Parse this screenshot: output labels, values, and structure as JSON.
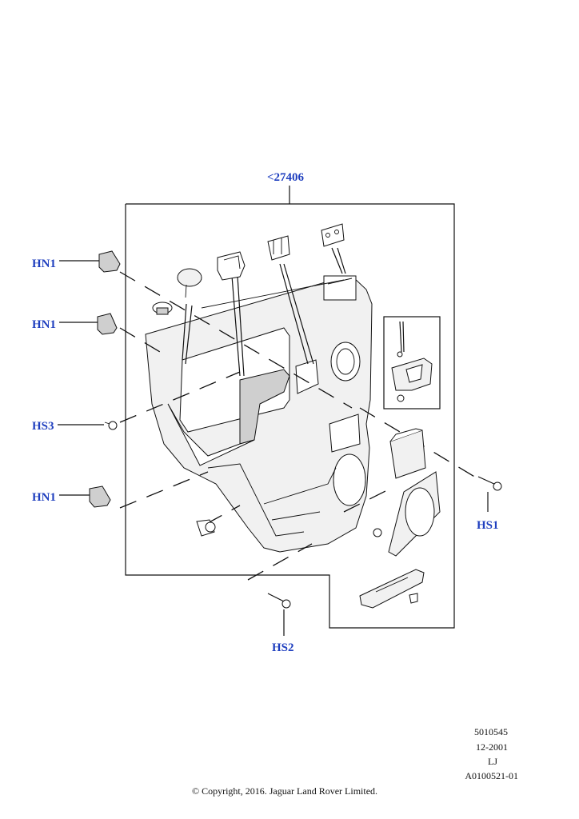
{
  "callouts": {
    "assembly": "<27406",
    "hn1_top": "HN1",
    "hn1_mid": "HN1",
    "hs3": "HS3",
    "hn1_low": "HN1",
    "hs1": "HS1",
    "hs2": "HS2"
  },
  "info_block": {
    "line1": "5010545",
    "line2": "12-2001",
    "line3": "LJ",
    "line4": "A0100521-01"
  },
  "copyright": "© Copyright, 2016. Jaguar Land Rover Limited.",
  "colors": {
    "callout": "#1f3fbf",
    "line": "#111111"
  }
}
